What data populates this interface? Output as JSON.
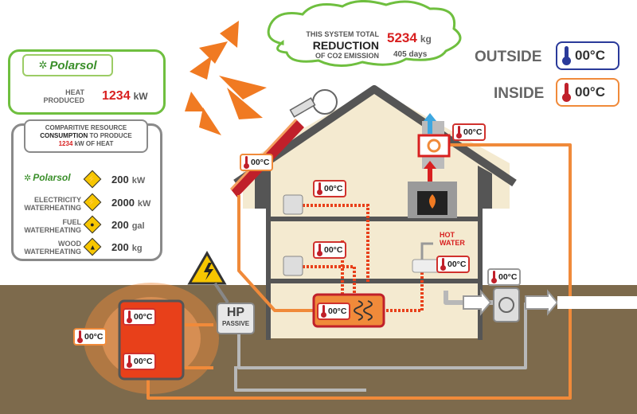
{
  "colors": {
    "ground": "#7d6a4c",
    "house_wall": "#f4ead0",
    "roof": "#555555",
    "pipe_hot": "#f08a3a",
    "pipe_cold": "#b8b8b8",
    "accent_green": "#6fbf3f",
    "value_red": "#d82020"
  },
  "cloud": {
    "line1": "THIS SYSTEM TOTAL",
    "line2": "REDUCTION",
    "line3": "OF CO2 EMISSION",
    "value": "5234",
    "unit": "kg",
    "days": "405 days"
  },
  "brand": {
    "name": "Polarsol"
  },
  "heat_panel": {
    "label1": "HEAT",
    "label2": "PRODUCED",
    "value": "1234",
    "unit": "kW"
  },
  "comparison": {
    "title1": "COMPARITIVE RESOURCE",
    "title2a": "CONSUMPTION",
    "title2b": " TO PRODUCE",
    "title3a": "1234",
    "title3b": " kW OF HEAT",
    "rows": [
      {
        "label1": "Polarsol",
        "label2": "",
        "value": "200",
        "unit": "kW",
        "icon": "lightning-icon"
      },
      {
        "label1": "ELECTRICITY",
        "label2": "WATERHEATING",
        "value": "2000",
        "unit": "kW",
        "icon": "lightning-icon"
      },
      {
        "label1": "FUEL",
        "label2": "WATERHEATING",
        "value": "200",
        "unit": "gal",
        "icon": "fuel-drop-icon"
      },
      {
        "label1": "WOOD",
        "label2": "WATERHEATING",
        "value": "200",
        "unit": "kg",
        "icon": "fire-icon"
      }
    ]
  },
  "outside": {
    "label": "OUTSIDE",
    "temp": "00°C"
  },
  "inside": {
    "label": "INSIDE",
    "temp": "00°C"
  },
  "sensors": {
    "solar_panel": "00°C",
    "chimney": "00°C",
    "radiator_upper": "00°C",
    "radiator_lower": "00°C",
    "hot_water": "00°C",
    "storage_tank": "00°C",
    "valve": "00°C",
    "boiler_top": "00°C",
    "boiler_bottom": "00°C",
    "ground": "00°C"
  },
  "hot_water_label": {
    "line1": "HOT",
    "line2": "WATER"
  },
  "heat_pump": {
    "title": "HP",
    "subtitle": "PASSIVE"
  }
}
